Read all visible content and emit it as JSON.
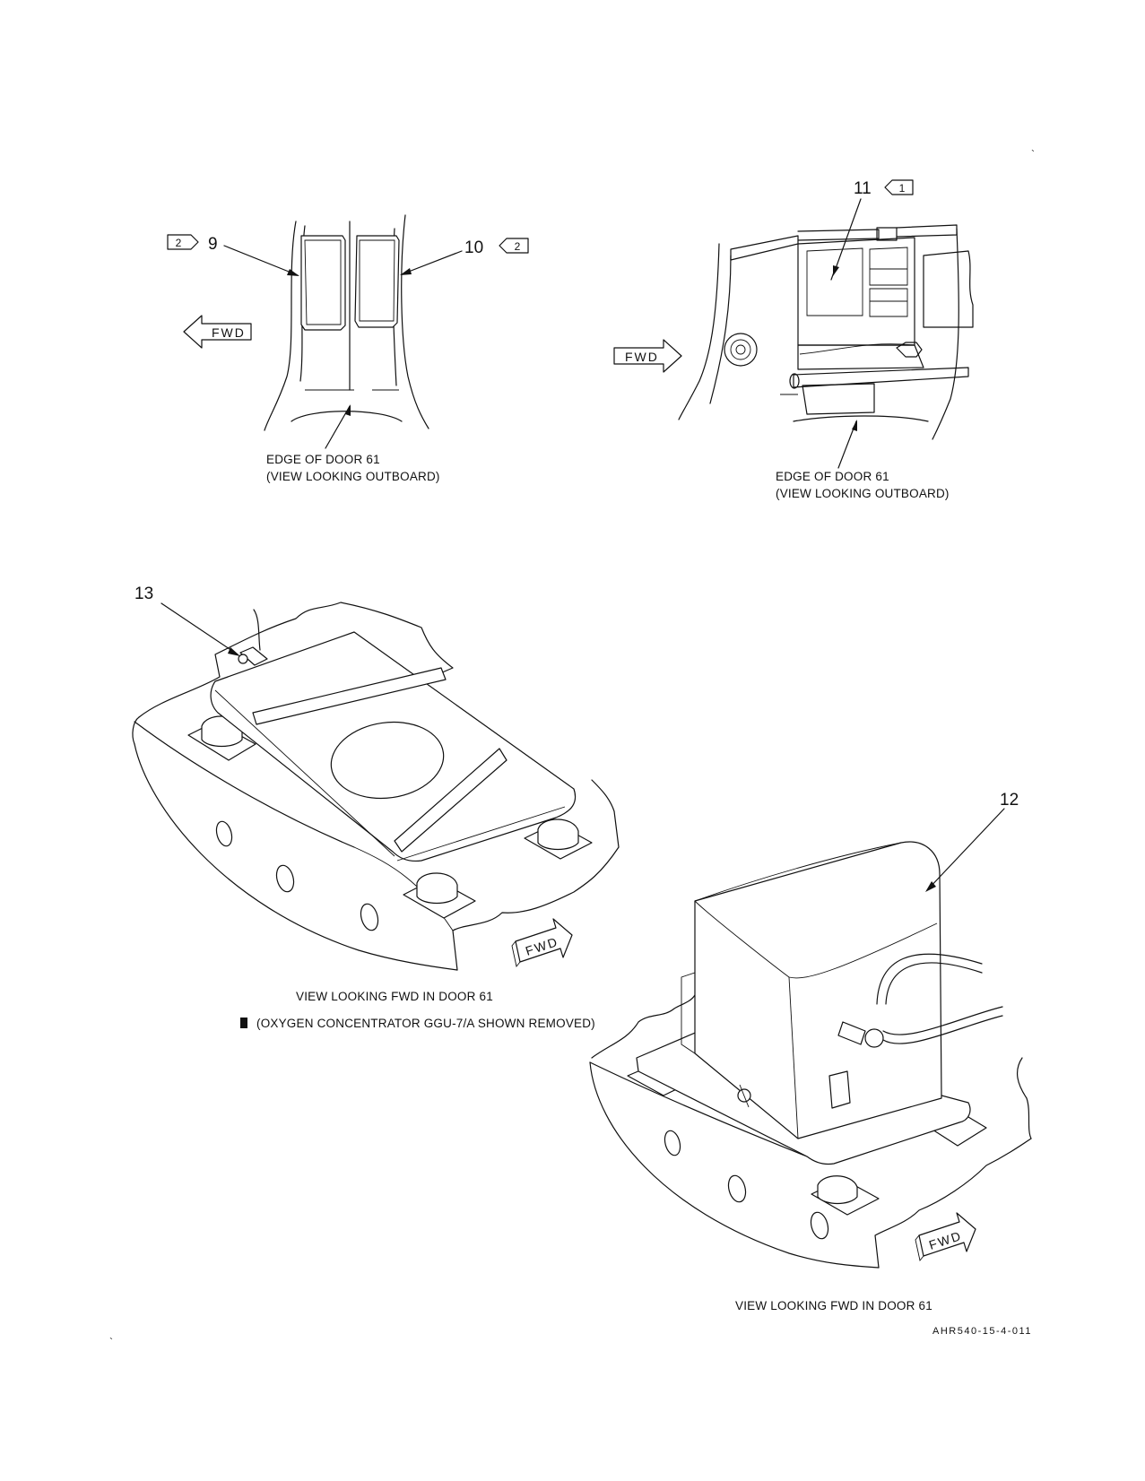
{
  "figures": {
    "top_left": {
      "callout_9": "9",
      "callout_10": "10",
      "tag_9": "2",
      "tag_10": "2",
      "fwd_label": "FWD",
      "caption_line1": "EDGE OF DOOR 61",
      "caption_line2": "(VIEW LOOKING OUTBOARD)"
    },
    "top_right": {
      "callout_11": "11",
      "tag_11": "1",
      "fwd_label": "FWD",
      "caption_line1": "EDGE OF DOOR 61",
      "caption_line2": "(VIEW LOOKING OUTBOARD)"
    },
    "mid_left": {
      "callout_13": "13",
      "fwd_label": "FWD",
      "caption_line1": "VIEW LOOKING FWD IN DOOR 61",
      "caption_line2": "(OXYGEN CONCENTRATOR GGU-7/A SHOWN REMOVED)"
    },
    "bottom_right": {
      "callout_12": "12",
      "fwd_label": "FWD",
      "caption": "VIEW LOOKING FWD IN DOOR 61"
    }
  },
  "figure_code": "AHR540-15-4-011"
}
